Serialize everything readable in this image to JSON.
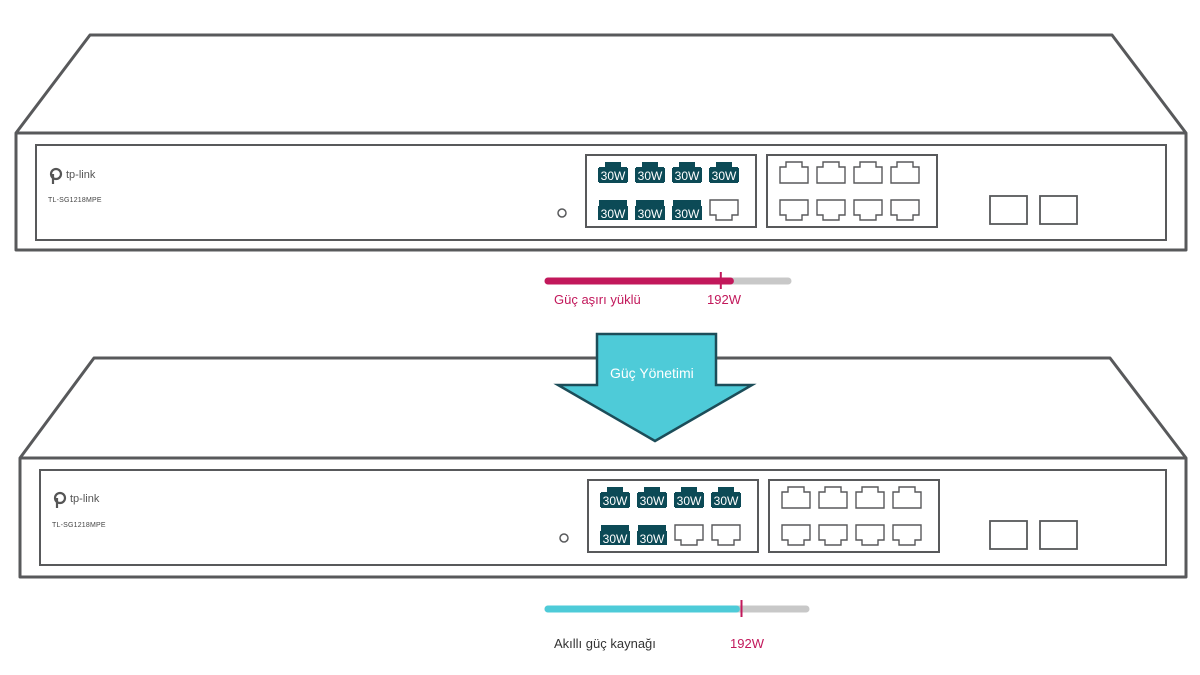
{
  "colors": {
    "outline": "#58595b",
    "port_fill": "#0c4a56",
    "overload": "#c2185b",
    "managed": "#4ecbd8",
    "track": "#c8c8c8",
    "arrow": "#4ecbd8"
  },
  "brand_text": "tp-link",
  "brand_icon": "tp-link-logo-icon",
  "arrow_label": "Güç Yönetimi",
  "switches": [
    {
      "model": "TL-SG1218MPE",
      "poe_ports": [
        "30W",
        "30W",
        "30W",
        "30W",
        "30W",
        "30W",
        "30W",
        ""
      ],
      "bar_fill_fraction": 0.76,
      "bar_color": "#c2185b",
      "marker_fraction": 0.72,
      "status_text": "Güç aşırı yüklü",
      "limit_text": "192W"
    },
    {
      "model": "TL-SG1218MPE",
      "poe_ports": [
        "30W",
        "30W",
        "30W",
        "30W",
        "30W",
        "30W",
        "",
        ""
      ],
      "bar_fill_fraction": 0.73,
      "bar_color": "#4ecbd8",
      "marker_fraction": 0.75,
      "status_text": "Akıllı güç kaynağı",
      "limit_text": "192W"
    }
  ]
}
